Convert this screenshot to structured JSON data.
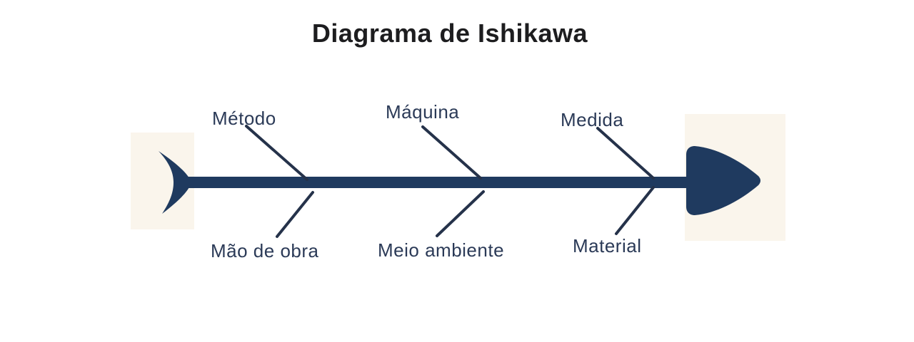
{
  "title": "Diagrama de Ishikawa",
  "diagram_type": "fishbone (Ishikawa cause-and-effect)",
  "causes": {
    "top": [
      "Método",
      "Máquina",
      "Medida"
    ],
    "bottom": [
      "Mão de obra",
      "Meio ambiente",
      "Material"
    ]
  },
  "colors": {
    "background": "#ffffff",
    "panel": "#faf5ec",
    "bone_fill": "#1f3a5f",
    "line": "#25324a",
    "label_text": "#2b3a57",
    "title_text": "#1d1d1f"
  }
}
